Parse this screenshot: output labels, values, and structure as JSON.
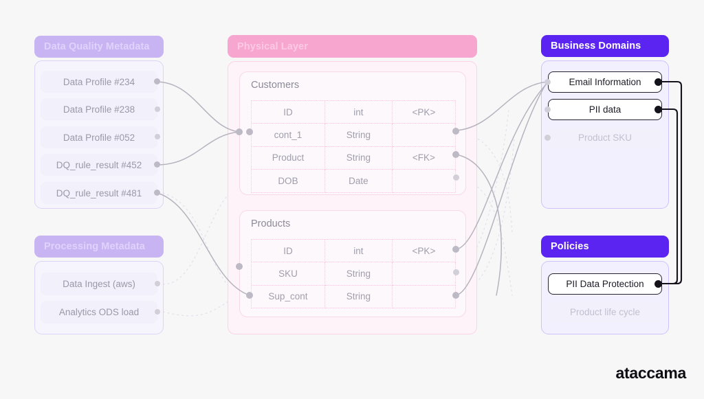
{
  "brand": {
    "name": "ataccama"
  },
  "groups": {
    "data_quality": {
      "title": "Data Quality Metadata",
      "items": [
        {
          "label": "Data Profile #234"
        },
        {
          "label": "Data Profile #238"
        },
        {
          "label": "Data Profile #052"
        },
        {
          "label": "DQ_rule_result #452"
        },
        {
          "label": "DQ_rule_result #481"
        }
      ]
    },
    "processing": {
      "title": "Processing Metadata",
      "items": [
        {
          "label": "Data Ingest (aws)"
        },
        {
          "label": "Analytics ODS load"
        }
      ]
    },
    "physical": {
      "title": "Physical Layer",
      "entities": [
        {
          "name": "Customers",
          "rows": [
            {
              "field": "ID",
              "type": "int",
              "key": "<PK>"
            },
            {
              "field": "cont_1",
              "type": "String",
              "key": ""
            },
            {
              "field": "Product",
              "type": "String",
              "key": "<FK>"
            },
            {
              "field": "DOB",
              "type": "Date",
              "key": ""
            }
          ]
        },
        {
          "name": "Products",
          "rows": [
            {
              "field": "ID",
              "type": "int",
              "key": "<PK>"
            },
            {
              "field": "SKU",
              "type": "String",
              "key": ""
            },
            {
              "field": "Sup_cont",
              "type": "String",
              "key": ""
            }
          ]
        }
      ]
    },
    "business_domains": {
      "title": "Business Domains",
      "items": [
        {
          "label": "Email Information",
          "state": "active"
        },
        {
          "label": "PII data",
          "state": "active"
        },
        {
          "label": "Product SKU",
          "state": "muted"
        }
      ]
    },
    "policies": {
      "title": "Policies",
      "items": [
        {
          "label": "PII Data Protection",
          "state": "active"
        },
        {
          "label": "Product life cycle",
          "state": "muted"
        }
      ]
    }
  },
  "colors": {
    "lavender": "#c8b4f3",
    "pink": "#f7a6cf",
    "violet": "#5b24f0",
    "wire": "#b6b3be",
    "wire_dark": "#15121c",
    "background": "#f7f7f8"
  }
}
